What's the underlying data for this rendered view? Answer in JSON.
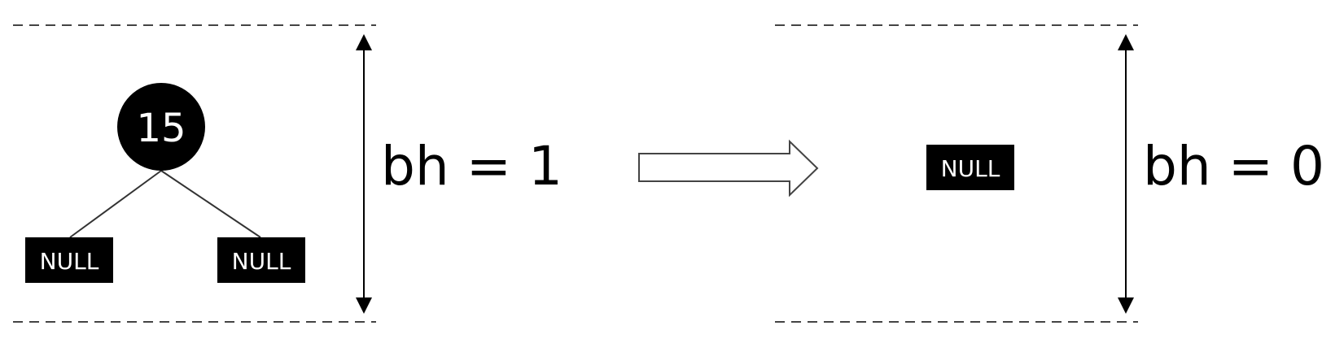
{
  "left_tree": {
    "root": {
      "value": "15",
      "color": "#000000"
    },
    "children": [
      {
        "label": "NULL"
      },
      {
        "label": "NULL"
      }
    ],
    "black_height": "bh = 1"
  },
  "right_tree": {
    "node": {
      "label": "NULL"
    },
    "black_height": "bh = 0"
  },
  "colors": {
    "node_fill": "#000000",
    "node_text": "#ffffff",
    "line": "#333333",
    "arrow_fill": "#ffffff"
  }
}
